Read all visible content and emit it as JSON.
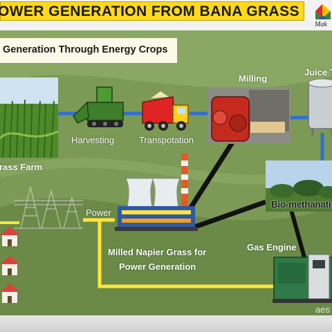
{
  "header": {
    "title": "OWER GENERATION FROM BANA GRASS",
    "logo_text": "Mak",
    "logo_icon": "tricolor-logo-icon"
  },
  "diagram": {
    "subtitle": "Generation Through Energy Crops",
    "labels": {
      "harvesting": "Harvesting",
      "transportation": "Transpotation",
      "milling": "Milling",
      "juice_tank": "Juice T",
      "grass_farm": "rass Farm",
      "power": "Power",
      "bio_methanation": "Bio-methanati",
      "power_plant_line1": "Milled Napier Grass for",
      "power_plant_line2": "Power Generation",
      "gas_engine": "Gas Engine",
      "watermark": "aes"
    },
    "colors": {
      "title_bar": "#ffd91a",
      "background": "#7c9a55",
      "flow_line_blue": "#2f6fd6",
      "flow_line_yellow": "#ffe53b",
      "flow_line_black": "#111111"
    }
  }
}
